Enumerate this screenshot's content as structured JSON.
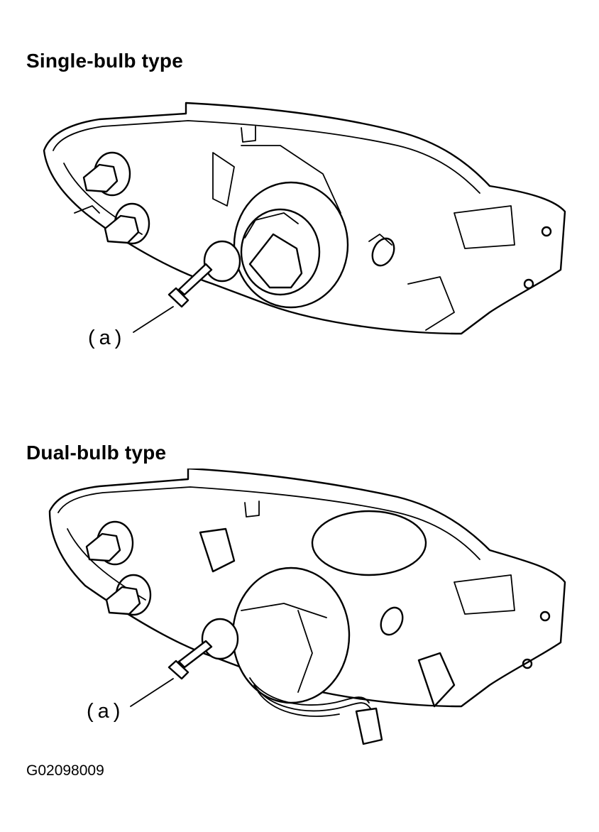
{
  "sections": {
    "single": {
      "title": "Single-bulb type",
      "callout": "(a)"
    },
    "dual": {
      "title": "Dual-bulb type",
      "callout": "(a)"
    }
  },
  "figure_code": "G02098009"
}
